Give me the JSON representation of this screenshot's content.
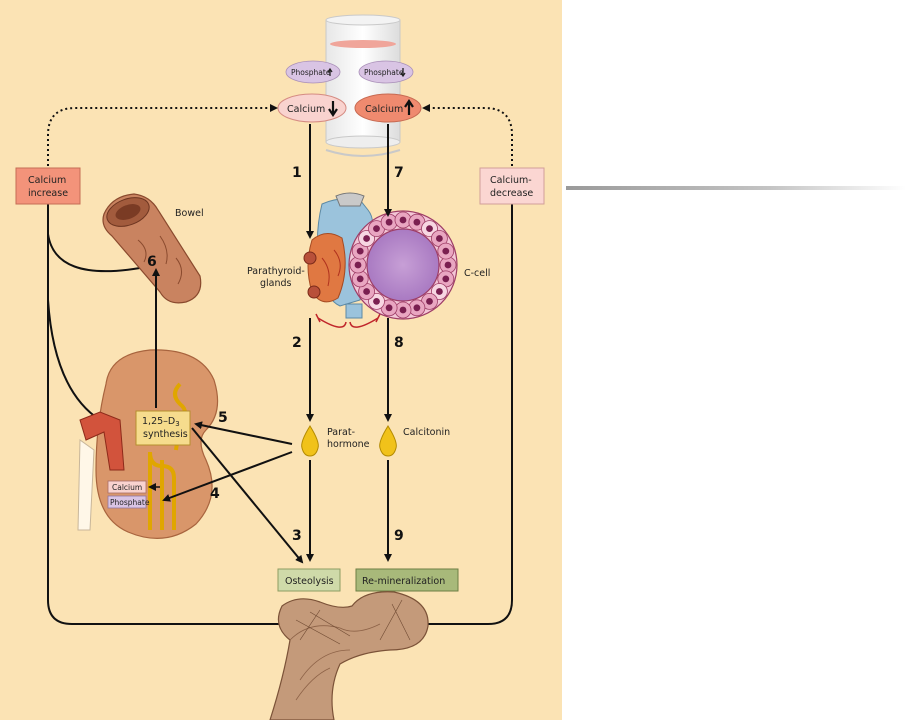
{
  "labels": {
    "calcium_increase": [
      "Calcium",
      "increase"
    ],
    "calcium_decrease": [
      "Calcium-",
      "decrease"
    ],
    "phosphate_up": "Phosphate",
    "phosphate_down": "Phosphate",
    "calcium_low": "Calcium",
    "calcium_high": "Calcium",
    "bowel": "Bowel",
    "parathyroid": [
      "Parathyroid-",
      "glands"
    ],
    "c_cell": "C-cell",
    "synthesis": [
      "1,25–D",
      "3",
      "synthesis"
    ],
    "parathormone": [
      "Parat-",
      "hormone"
    ],
    "calcitonin": "Calcitonin",
    "kidney_calcium": "Calcium",
    "kidney_phosphate": "Phosphate",
    "osteolysis": "Osteolysis",
    "remineralization": "Re-mineralization"
  },
  "steps": [
    "1",
    "2",
    "3",
    "4",
    "5",
    "6",
    "7",
    "8",
    "9"
  ],
  "colors": {
    "background": "#fbe3b4",
    "calcium_low_fill": "#f9d3cf",
    "calcium_high_fill": "#ef8a6f",
    "phosphate_fill": "#d9c4e4",
    "increase_box": "#f3937a",
    "decrease_box": "#fbd6d2",
    "synthesis_box": "#f6dc8d",
    "osteolysis_box": "#cfdaa9",
    "remineralization_box": "#a8b97a",
    "hormone_drop": "#f1c21a"
  }
}
